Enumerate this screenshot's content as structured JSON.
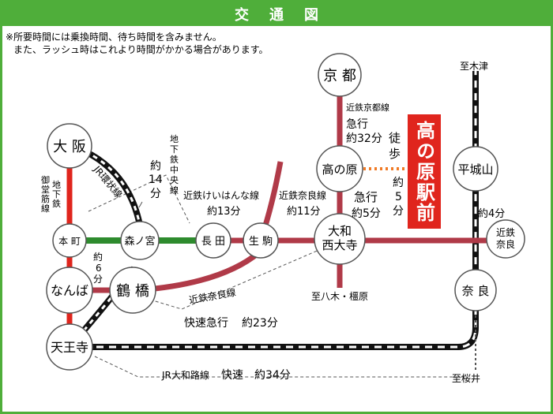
{
  "banner": {
    "title": "交通図"
  },
  "notes": {
    "line1": "※所要時間には乗換時間、待ち時間を含みません。",
    "line2": "また、ラッシュ時はこれより時間がかかる場合があります。"
  },
  "destination": {
    "label": "高の原駅前"
  },
  "stations": {
    "kyoto": "京 都",
    "takanohara": "高の原",
    "heijoyama": "平城山",
    "osaka": "大 阪",
    "honmachi": "本 町",
    "morinomiya": "森ノ宮",
    "nagata": "長 田",
    "ikoma": "生 駒",
    "yamato_saidaiji_1": "大和",
    "yamato_saidaiji_2": "西大寺",
    "kintetsu_nara_1": "近鉄",
    "kintetsu_nara_2": "奈良",
    "namba": "なんば",
    "tsuruhashi": "鶴 橋",
    "nara": "奈 良",
    "tennoji": "天王寺"
  },
  "labels": {
    "to_kizu": "至木津",
    "to_sakurai": "至桜井",
    "to_yagi": "至八木・橿原",
    "kyoto_line": "近鉄京都線",
    "express": "急行",
    "kyoto_time": "約32分",
    "walk_1": "徒",
    "walk_2": "歩",
    "walk_time_1": "約",
    "walk_time_2": "5",
    "walk_time_3": "分",
    "express2": "急行",
    "saidaiji_time": "約5分",
    "nara_line_top": "近鉄奈良線",
    "nara_line_time": "約11分",
    "keihanna_line": "近鉄けいはんな線",
    "keihanna_time": "約13分",
    "chuo_line_1": "地",
    "chuo_line_2": "下",
    "chuo_line_3": "鉄",
    "chuo_line_4": "中",
    "chuo_line_5": "央",
    "chuo_line_6": "線",
    "chuo_time_1": "約",
    "chuo_time_2": "14",
    "chuo_time_3": "分",
    "midosuji_1": "御",
    "midosuji_2": "堂",
    "midosuji_3": "筋",
    "midosuji_4": "線",
    "subway_1": "地",
    "subway_2": "下",
    "subway_3": "鉄",
    "loop_line": "JR環状線",
    "honmachi_time_1": "約",
    "honmachi_time_2": "6",
    "honmachi_time_3": "分",
    "nara_line_bottom": "近鉄奈良線",
    "rapid_express": "快速急行",
    "rapid_express_time": "約23分",
    "heijoyama_time": "約4分",
    "yamatoji_line": "JR大和路線",
    "rapid": "快速",
    "yamatoji_time": "約34分"
  }
}
